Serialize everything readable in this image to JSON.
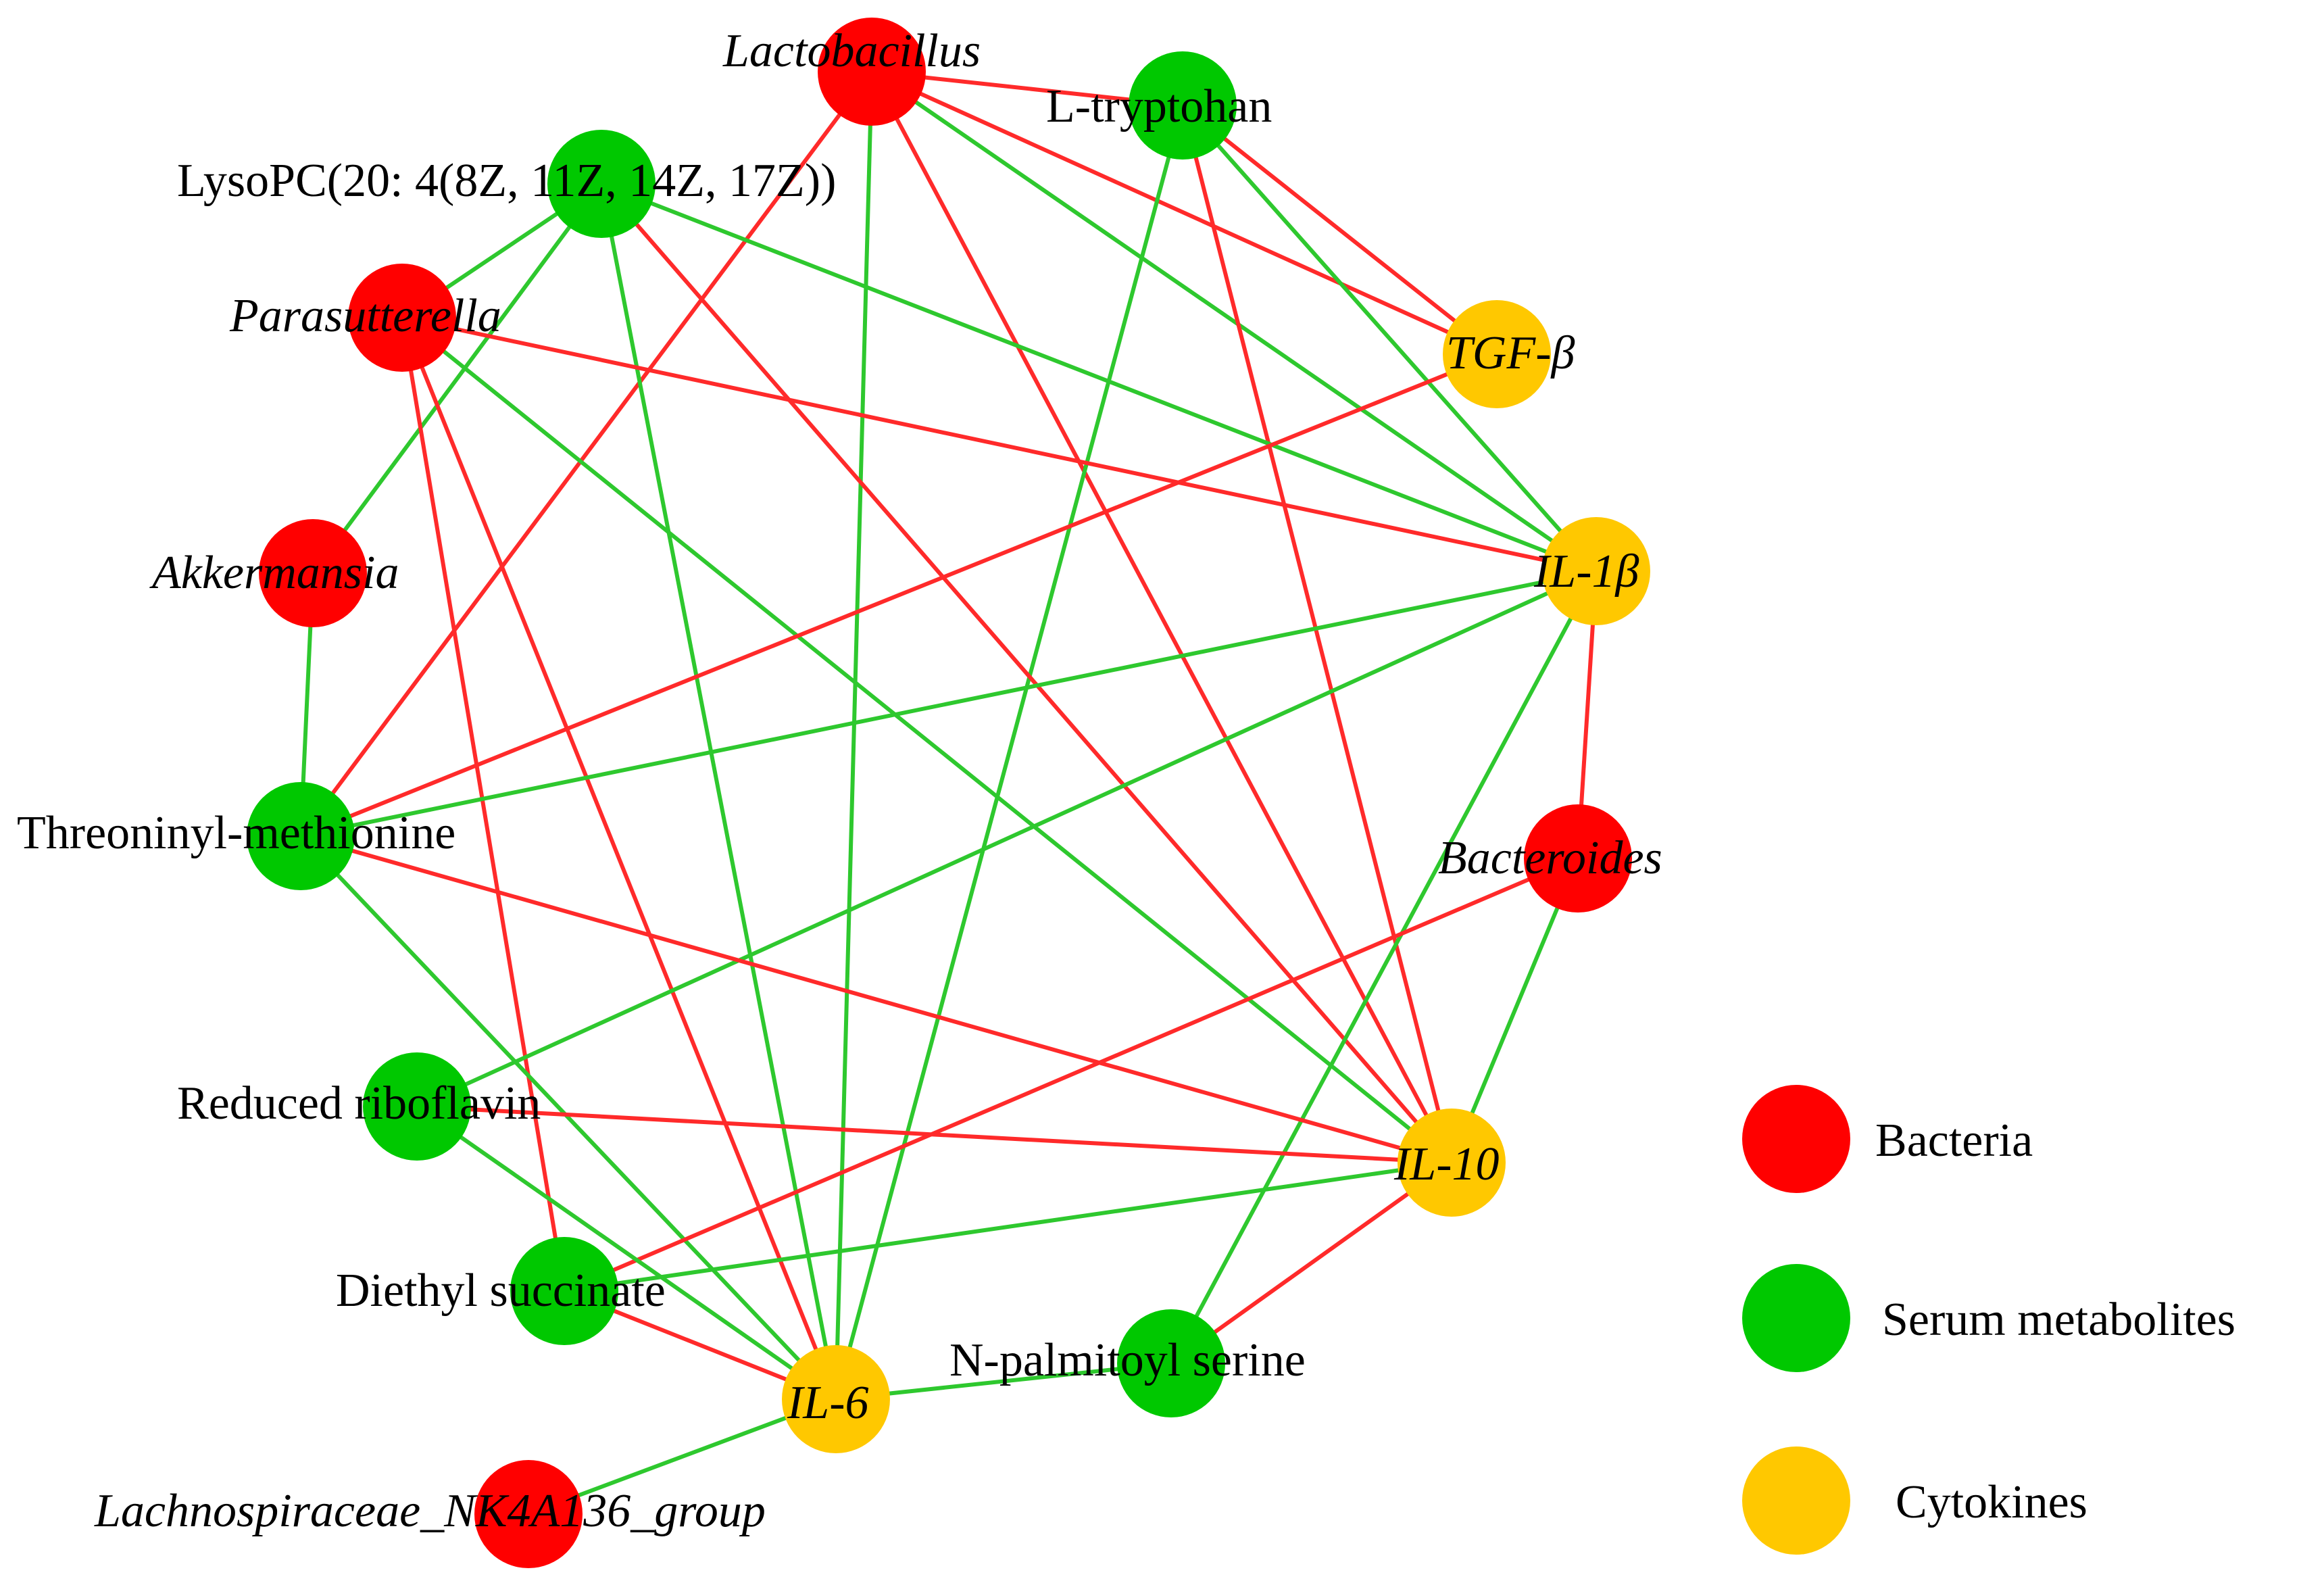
{
  "colors": {
    "Bacteria": "#ff0000",
    "Serum metabolites": "#00c800",
    "Cytokines": "#ffc800",
    "positive_edge": "#ff2a2a",
    "negative_edge": "#2ec82e"
  },
  "legend": [
    {
      "group": "Bacteria",
      "label": "Bacteria"
    },
    {
      "group": "Serum metabolites",
      "label": "Serum metabolites"
    },
    {
      "group": "Cytokines",
      "label": "Cytokines"
    }
  ],
  "nodes": [
    {
      "id": "lactobacillus",
      "label": "Lactobacillus",
      "group": "Bacteria",
      "italic": true
    },
    {
      "id": "ltryptohan",
      "label": "L-tryptohan",
      "group": "Serum metabolites",
      "italic": false
    },
    {
      "id": "lysopc",
      "label": "LysoPC(20: 4(8Z, 11Z, 14Z, 17Z))",
      "group": "Serum metabolites",
      "italic": false
    },
    {
      "id": "tgfb",
      "label": "TGF-β",
      "group": "Cytokines",
      "italic": true
    },
    {
      "id": "parasutterella",
      "label": "Parasutterella",
      "group": "Bacteria",
      "italic": true
    },
    {
      "id": "il1b",
      "label": "IL-1β",
      "group": "Cytokines",
      "italic": true
    },
    {
      "id": "akkermansia",
      "label": "Akkermansia",
      "group": "Bacteria",
      "italic": true
    },
    {
      "id": "bacteroides",
      "label": "Bacteroides",
      "group": "Bacteria",
      "italic": true
    },
    {
      "id": "threoninyl",
      "label": "Threoninyl-methionine",
      "group": "Serum metabolites",
      "italic": false
    },
    {
      "id": "riboflavin",
      "label": "Reduced riboflavin",
      "group": "Serum metabolites",
      "italic": false
    },
    {
      "id": "il10",
      "label": "IL-10",
      "group": "Cytokines",
      "italic": true
    },
    {
      "id": "diethyl",
      "label": "Diethyl succinate",
      "group": "Serum metabolites",
      "italic": false
    },
    {
      "id": "npalmitoyl",
      "label": "N-palmitoyl serine",
      "group": "Serum metabolites",
      "italic": false
    },
    {
      "id": "il6",
      "label": "IL-6",
      "group": "Cytokines",
      "italic": true
    },
    {
      "id": "lachno",
      "label": "Lachnospiraceae_NK4A136_group",
      "group": "Bacteria",
      "italic": true
    }
  ],
  "edges": [
    {
      "source": "lactobacillus",
      "target": "ltryptohan",
      "sign": "positive"
    },
    {
      "source": "lactobacillus",
      "target": "tgfb",
      "sign": "positive"
    },
    {
      "source": "lactobacillus",
      "target": "il1b",
      "sign": "negative"
    },
    {
      "source": "lactobacillus",
      "target": "il10",
      "sign": "positive"
    },
    {
      "source": "lactobacillus",
      "target": "il6",
      "sign": "negative"
    },
    {
      "source": "lactobacillus",
      "target": "threoninyl",
      "sign": "positive"
    },
    {
      "source": "ltryptohan",
      "target": "tgfb",
      "sign": "positive"
    },
    {
      "source": "ltryptohan",
      "target": "il1b",
      "sign": "negative"
    },
    {
      "source": "ltryptohan",
      "target": "il10",
      "sign": "positive"
    },
    {
      "source": "ltryptohan",
      "target": "il6",
      "sign": "negative"
    },
    {
      "source": "lysopc",
      "target": "parasutterella",
      "sign": "negative"
    },
    {
      "source": "lysopc",
      "target": "akkermansia",
      "sign": "negative"
    },
    {
      "source": "lysopc",
      "target": "il1b",
      "sign": "negative"
    },
    {
      "source": "lysopc",
      "target": "il10",
      "sign": "positive"
    },
    {
      "source": "lysopc",
      "target": "il6",
      "sign": "negative"
    },
    {
      "source": "parasutterella",
      "target": "il1b",
      "sign": "positive"
    },
    {
      "source": "parasutterella",
      "target": "il10",
      "sign": "negative"
    },
    {
      "source": "parasutterella",
      "target": "il6",
      "sign": "positive"
    },
    {
      "source": "parasutterella",
      "target": "diethyl",
      "sign": "positive"
    },
    {
      "source": "akkermansia",
      "target": "threoninyl",
      "sign": "negative"
    },
    {
      "source": "tgfb",
      "target": "threoninyl",
      "sign": "positive"
    },
    {
      "source": "il1b",
      "target": "threoninyl",
      "sign": "negative"
    },
    {
      "source": "il1b",
      "target": "riboflavin",
      "sign": "negative"
    },
    {
      "source": "il1b",
      "target": "bacteroides",
      "sign": "positive"
    },
    {
      "source": "il1b",
      "target": "npalmitoyl",
      "sign": "negative"
    },
    {
      "source": "threoninyl",
      "target": "il10",
      "sign": "positive"
    },
    {
      "source": "threoninyl",
      "target": "il6",
      "sign": "negative"
    },
    {
      "source": "bacteroides",
      "target": "il10",
      "sign": "negative"
    },
    {
      "source": "bacteroides",
      "target": "diethyl",
      "sign": "positive"
    },
    {
      "source": "riboflavin",
      "target": "il10",
      "sign": "positive"
    },
    {
      "source": "riboflavin",
      "target": "il6",
      "sign": "negative"
    },
    {
      "source": "diethyl",
      "target": "il10",
      "sign": "negative"
    },
    {
      "source": "diethyl",
      "target": "il6",
      "sign": "positive"
    },
    {
      "source": "il6",
      "target": "npalmitoyl",
      "sign": "negative"
    },
    {
      "source": "il6",
      "target": "lachno",
      "sign": "negative"
    },
    {
      "source": "il10",
      "target": "npalmitoyl",
      "sign": "positive"
    }
  ]
}
